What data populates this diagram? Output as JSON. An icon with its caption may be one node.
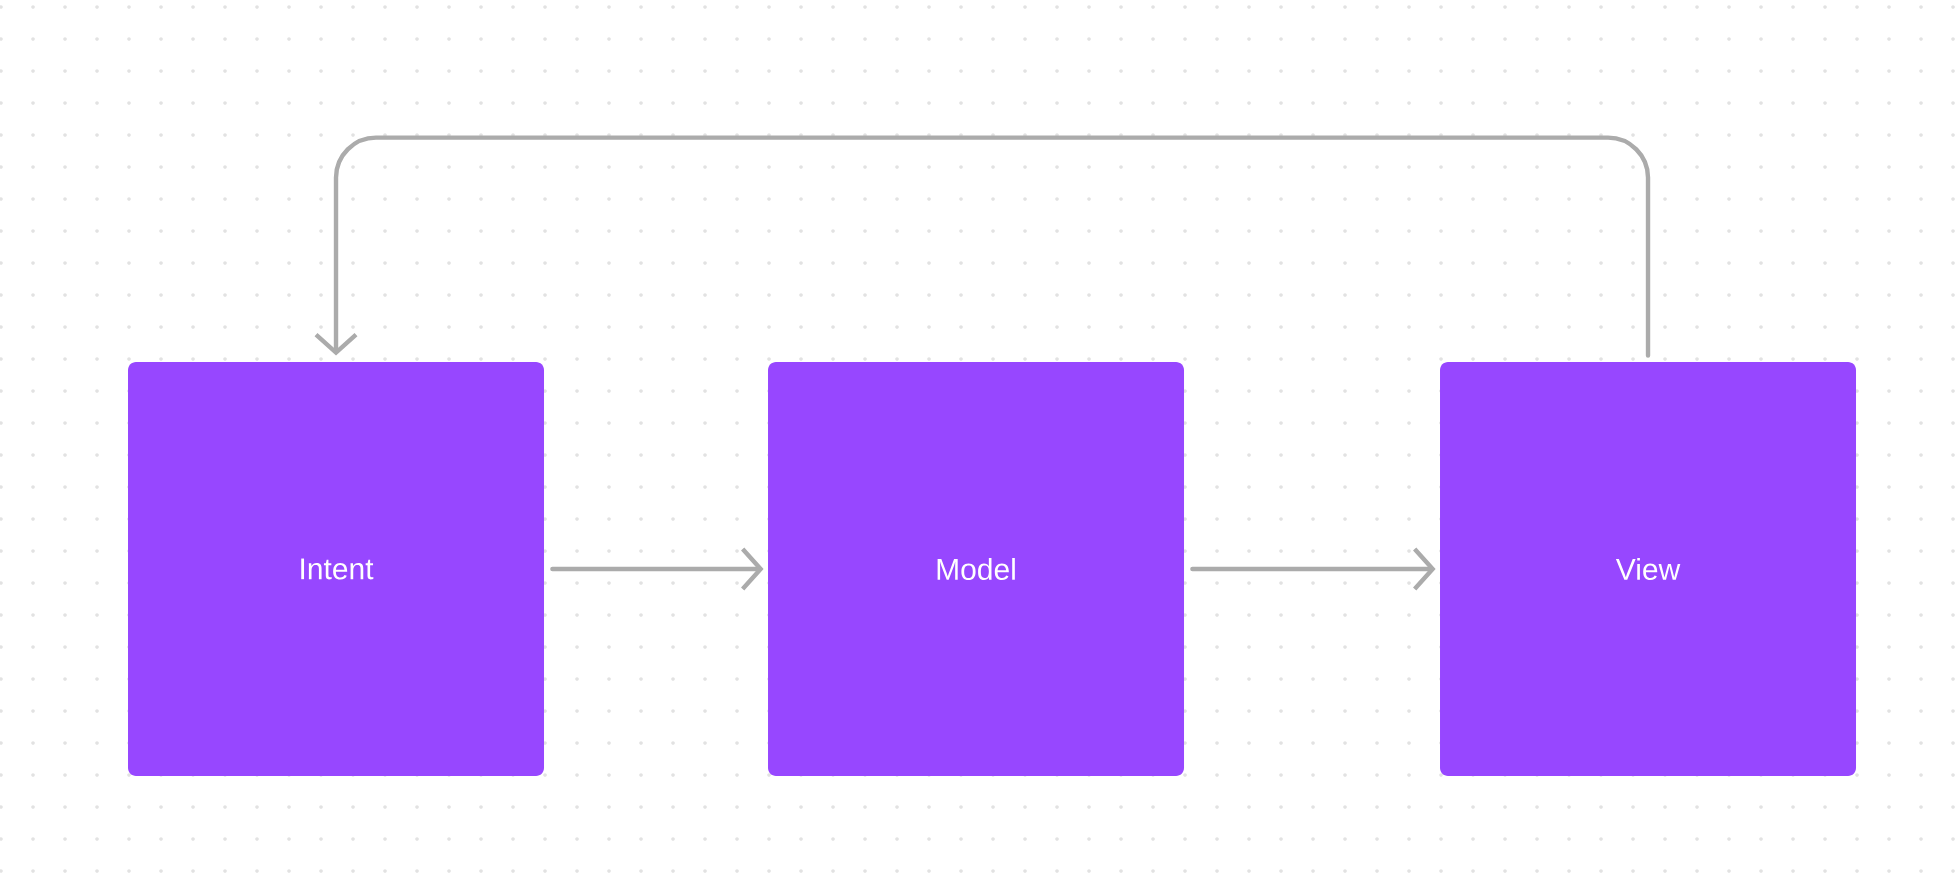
{
  "diagram": {
    "nodes": [
      {
        "text": [
          "Intent"
        ]
      },
      {
        "text": [
          "Model"
        ]
      },
      {
        "text": [
          "View"
        ]
      }
    ],
    "edges": [
      {
        "from": 0,
        "to": 1,
        "arrow": "to"
      },
      {
        "from": 1,
        "to": 2,
        "arrow": "to"
      },
      {
        "from": 2,
        "to": 0,
        "arrow": "to"
      }
    ]
  }
}
